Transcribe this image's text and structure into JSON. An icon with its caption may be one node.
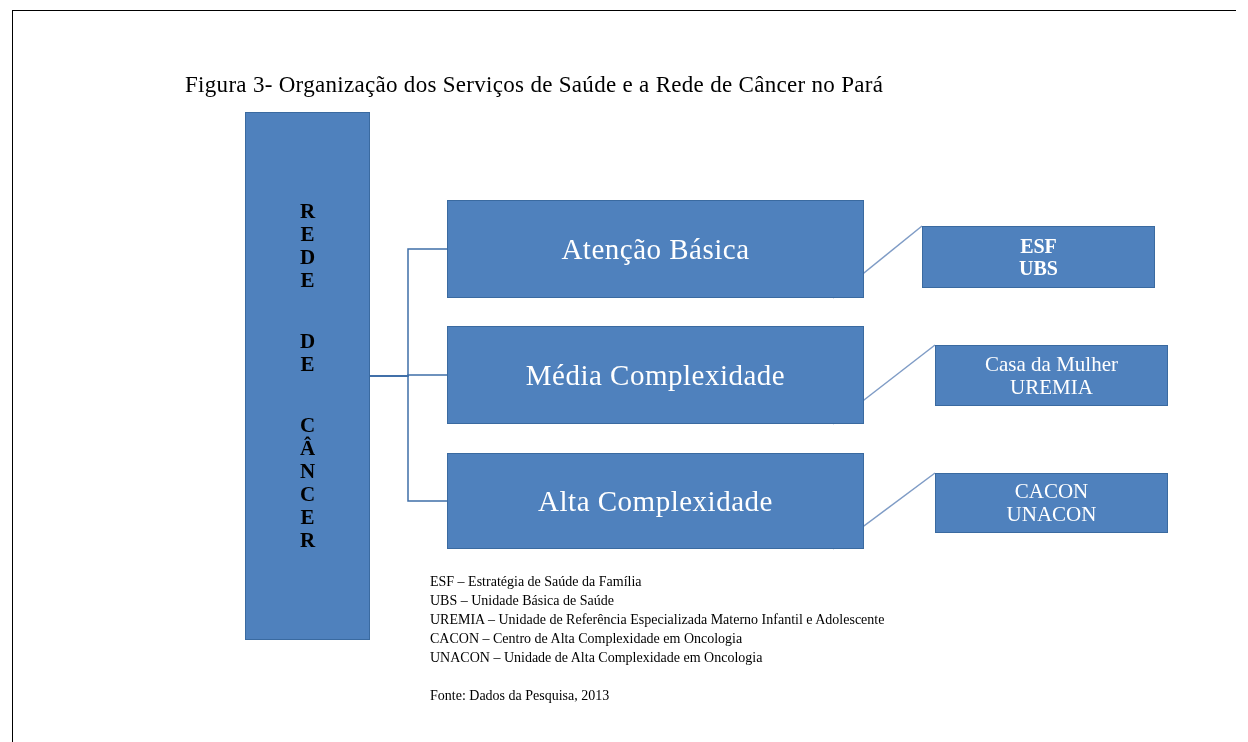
{
  "diagram": {
    "title": "Figura 3- Organização dos Serviços de Saúde e a Rede de Câncer no Pará",
    "nodes": [
      {
        "text": [
          "REDE DE CÂNCER"
        ]
      },
      {
        "text": [
          "Atenção Básica"
        ]
      },
      {
        "text": [
          "Média Complexidade"
        ]
      },
      {
        "text": [
          "Alta Complexidade"
        ]
      },
      {
        "text": [
          "ESF",
          "UBS"
        ]
      },
      {
        "text": [
          "Casa da Mulher",
          "UREMIA"
        ]
      },
      {
        "text": [
          "CACON",
          "UNACON"
        ]
      }
    ],
    "edges": [
      {
        "from": 0,
        "to": 1,
        "arrow": "none"
      },
      {
        "from": 0,
        "to": 2,
        "arrow": "none"
      },
      {
        "from": 0,
        "to": 3,
        "arrow": "none"
      },
      {
        "from": 1,
        "to": 4,
        "arrow": "none"
      },
      {
        "from": 2,
        "to": 5,
        "arrow": "none"
      },
      {
        "from": 3,
        "to": 6,
        "arrow": "none"
      }
    ],
    "labels": [
      "ESF – Estratégia de Saúde da Família",
      "UBS – Unidade Básica de Saúde",
      "UREMIA – Unidade de Referência Especializada Materno Infantil e Adolescente",
      "CACON – Centro de Alta Complexidade em Oncologia",
      "UNACON – Unidade de Alta Complexidade em Oncologia",
      "Fonte: Dados da Pesquisa, 2013"
    ]
  }
}
